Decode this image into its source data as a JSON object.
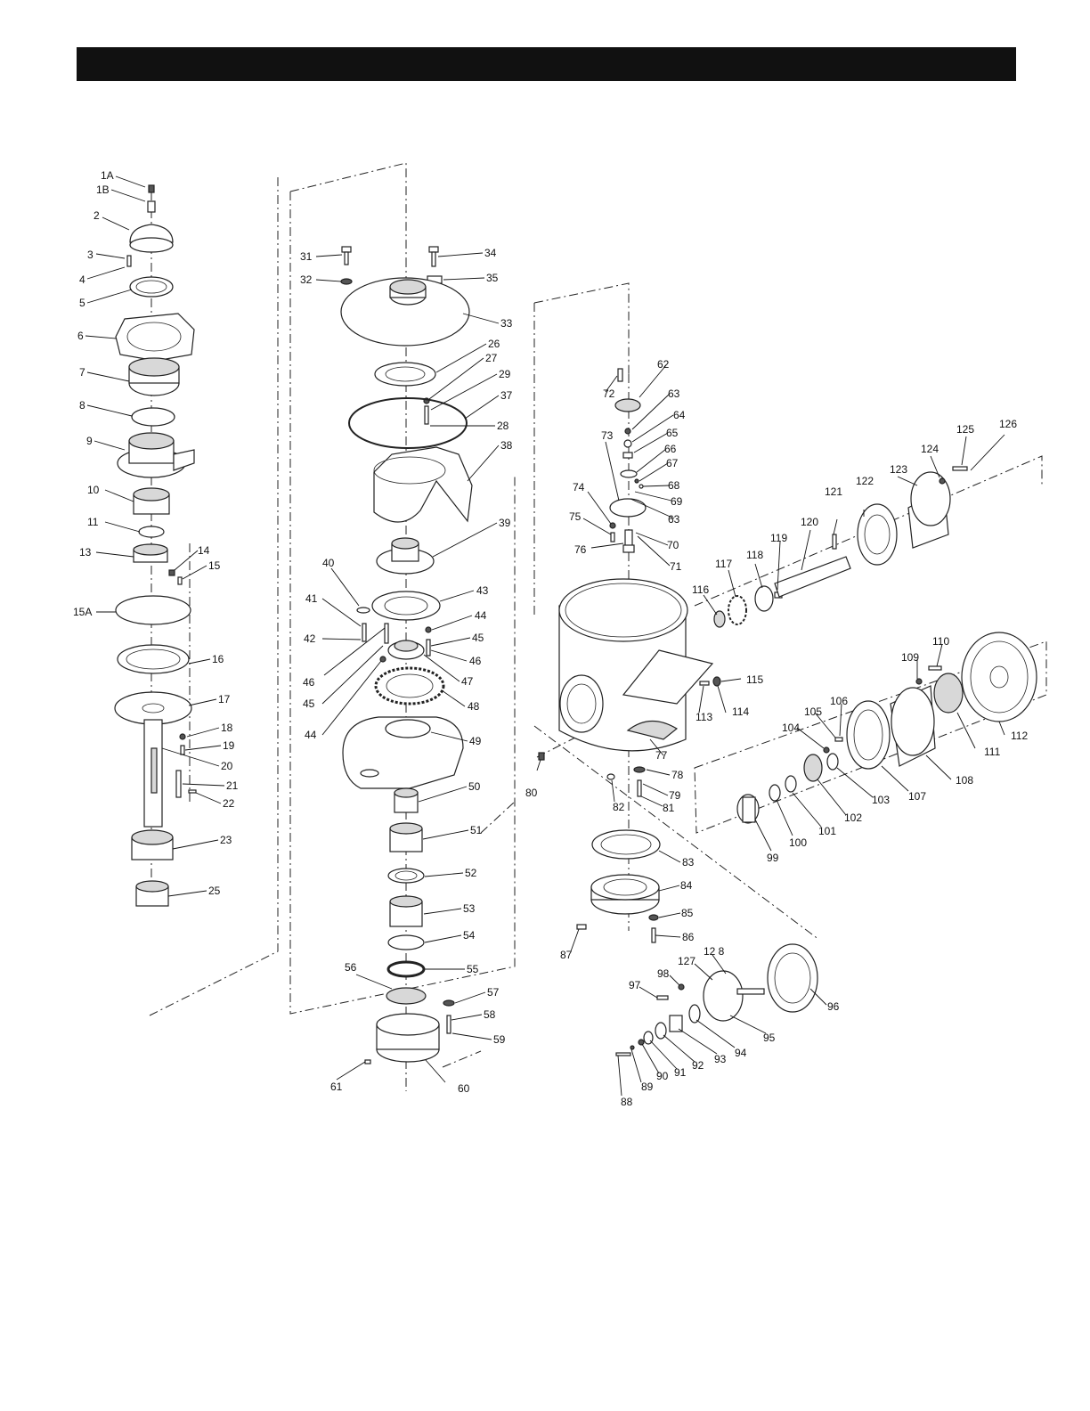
{
  "labels": [
    {
      "id": "1A",
      "text": "1A"
    },
    {
      "id": "1B",
      "text": "1B"
    },
    {
      "id": "2",
      "text": "2"
    },
    {
      "id": "3",
      "text": "3"
    },
    {
      "id": "4",
      "text": "4"
    },
    {
      "id": "5",
      "text": "5"
    },
    {
      "id": "6",
      "text": "6"
    },
    {
      "id": "7",
      "text": "7"
    },
    {
      "id": "8",
      "text": "8"
    },
    {
      "id": "9",
      "text": "9"
    },
    {
      "id": "10",
      "text": "10"
    },
    {
      "id": "11",
      "text": "11"
    },
    {
      "id": "13",
      "text": "13"
    },
    {
      "id": "14",
      "text": "14"
    },
    {
      "id": "15",
      "text": "15"
    },
    {
      "id": "15A",
      "text": "15A"
    },
    {
      "id": "16",
      "text": "16"
    },
    {
      "id": "17",
      "text": "17"
    },
    {
      "id": "18",
      "text": "18"
    },
    {
      "id": "19",
      "text": "19"
    },
    {
      "id": "20",
      "text": "20"
    },
    {
      "id": "21",
      "text": "21"
    },
    {
      "id": "22",
      "text": "22"
    },
    {
      "id": "23",
      "text": "23"
    },
    {
      "id": "25",
      "text": "25"
    },
    {
      "id": "26",
      "text": "26"
    },
    {
      "id": "27",
      "text": "27"
    },
    {
      "id": "28",
      "text": "28"
    },
    {
      "id": "29",
      "text": "29"
    },
    {
      "id": "31",
      "text": "31"
    },
    {
      "id": "32",
      "text": "32"
    },
    {
      "id": "33",
      "text": "33"
    },
    {
      "id": "34",
      "text": "34"
    },
    {
      "id": "35",
      "text": "35"
    },
    {
      "id": "37",
      "text": "37"
    },
    {
      "id": "38",
      "text": "38"
    },
    {
      "id": "39",
      "text": "39"
    },
    {
      "id": "40",
      "text": "40"
    },
    {
      "id": "41",
      "text": "41"
    },
    {
      "id": "42",
      "text": "42"
    },
    {
      "id": "43",
      "text": "43"
    },
    {
      "id": "44a",
      "text": "44"
    },
    {
      "id": "44b",
      "text": "44"
    },
    {
      "id": "45a",
      "text": "45"
    },
    {
      "id": "45b",
      "text": "45"
    },
    {
      "id": "46a",
      "text": "46"
    },
    {
      "id": "46b",
      "text": "46"
    },
    {
      "id": "47",
      "text": "47"
    },
    {
      "id": "48",
      "text": "48"
    },
    {
      "id": "49",
      "text": "49"
    },
    {
      "id": "50",
      "text": "50"
    },
    {
      "id": "51",
      "text": "51"
    },
    {
      "id": "52",
      "text": "52"
    },
    {
      "id": "53",
      "text": "53"
    },
    {
      "id": "54",
      "text": "54"
    },
    {
      "id": "55",
      "text": "55"
    },
    {
      "id": "56",
      "text": "56"
    },
    {
      "id": "57",
      "text": "57"
    },
    {
      "id": "58",
      "text": "58"
    },
    {
      "id": "59",
      "text": "59"
    },
    {
      "id": "60",
      "text": "60"
    },
    {
      "id": "61",
      "text": "61"
    },
    {
      "id": "62",
      "text": "62"
    },
    {
      "id": "63a",
      "text": "63"
    },
    {
      "id": "63b",
      "text": "63"
    },
    {
      "id": "64",
      "text": "64"
    },
    {
      "id": "65",
      "text": "65"
    },
    {
      "id": "66",
      "text": "66"
    },
    {
      "id": "67",
      "text": "67"
    },
    {
      "id": "68",
      "text": "68"
    },
    {
      "id": "69",
      "text": "69"
    },
    {
      "id": "70",
      "text": "70"
    },
    {
      "id": "71",
      "text": "71"
    },
    {
      "id": "72",
      "text": "72"
    },
    {
      "id": "73",
      "text": "73"
    },
    {
      "id": "74",
      "text": "74"
    },
    {
      "id": "75",
      "text": "75"
    },
    {
      "id": "76",
      "text": "76"
    },
    {
      "id": "77",
      "text": "77"
    },
    {
      "id": "78",
      "text": "78"
    },
    {
      "id": "79",
      "text": "79"
    },
    {
      "id": "80",
      "text": "80"
    },
    {
      "id": "81",
      "text": "81"
    },
    {
      "id": "82",
      "text": "82"
    },
    {
      "id": "83",
      "text": "83"
    },
    {
      "id": "84",
      "text": "84"
    },
    {
      "id": "85",
      "text": "85"
    },
    {
      "id": "86",
      "text": "86"
    },
    {
      "id": "87",
      "text": "87"
    },
    {
      "id": "88",
      "text": "88"
    },
    {
      "id": "89",
      "text": "89"
    },
    {
      "id": "90",
      "text": "90"
    },
    {
      "id": "91",
      "text": "91"
    },
    {
      "id": "92",
      "text": "92"
    },
    {
      "id": "93",
      "text": "93"
    },
    {
      "id": "94",
      "text": "94"
    },
    {
      "id": "95",
      "text": "95"
    },
    {
      "id": "96",
      "text": "96"
    },
    {
      "id": "97",
      "text": "97"
    },
    {
      "id": "98",
      "text": "98"
    },
    {
      "id": "99",
      "text": "99"
    },
    {
      "id": "100",
      "text": "100"
    },
    {
      "id": "101",
      "text": "101"
    },
    {
      "id": "102",
      "text": "102"
    },
    {
      "id": "103",
      "text": "103"
    },
    {
      "id": "104",
      "text": "104"
    },
    {
      "id": "105",
      "text": "105"
    },
    {
      "id": "106",
      "text": "106"
    },
    {
      "id": "107",
      "text": "107"
    },
    {
      "id": "108",
      "text": "108"
    },
    {
      "id": "109",
      "text": "109"
    },
    {
      "id": "110",
      "text": "110"
    },
    {
      "id": "111",
      "text": "111"
    },
    {
      "id": "112",
      "text": "112"
    },
    {
      "id": "113",
      "text": "113"
    },
    {
      "id": "114",
      "text": "114"
    },
    {
      "id": "115",
      "text": "115"
    },
    {
      "id": "116",
      "text": "116"
    },
    {
      "id": "117",
      "text": "117"
    },
    {
      "id": "118",
      "text": "118"
    },
    {
      "id": "119",
      "text": "119"
    },
    {
      "id": "120",
      "text": "120"
    },
    {
      "id": "121",
      "text": "121"
    },
    {
      "id": "122",
      "text": "122"
    },
    {
      "id": "123",
      "text": "123"
    },
    {
      "id": "124",
      "text": "124"
    },
    {
      "id": "125",
      "text": "125"
    },
    {
      "id": "126",
      "text": "126"
    },
    {
      "id": "127",
      "text": "127"
    },
    {
      "id": "128",
      "text": "12 8"
    }
  ]
}
